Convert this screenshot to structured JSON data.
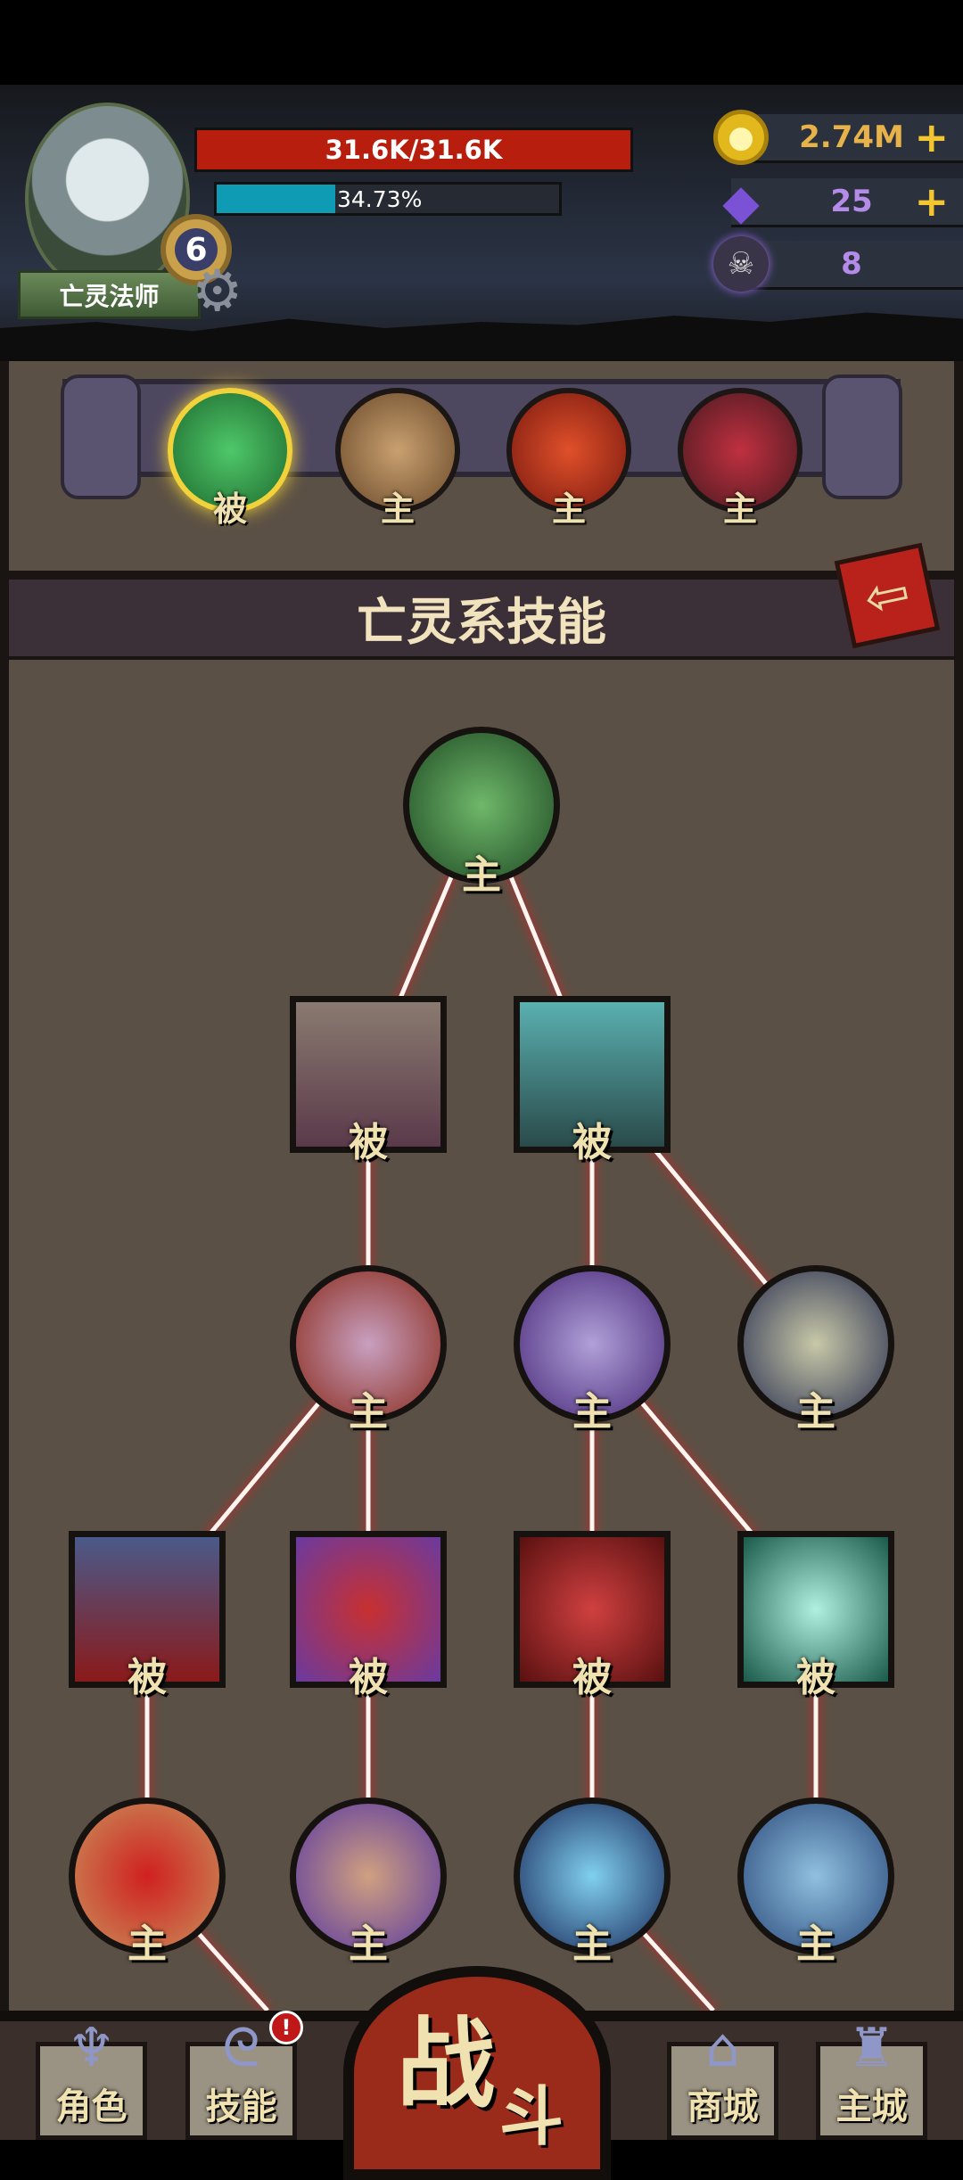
{
  "player": {
    "class_name": "亡灵法师",
    "level": "6",
    "hp": "31.6K/31.6K",
    "xp_text": "34.73%",
    "xp_percent": 34.73
  },
  "currencies": [
    {
      "icon": "gold-coin-icon",
      "value": "2.74M",
      "color": "#e8b24a",
      "plus": "+"
    },
    {
      "icon": "purple-gem-icon",
      "value": "25",
      "color": "#b48be8",
      "plus": "+"
    },
    {
      "icon": "ram-skull-icon",
      "value": "8",
      "color": "#b48be8"
    }
  ],
  "school_tabs": [
    {
      "label": "被",
      "selected": true
    },
    {
      "label": "主"
    },
    {
      "label": "主"
    },
    {
      "label": "主"
    }
  ],
  "panel": {
    "title": "亡灵系技能",
    "back_icon": "arrow-left-icon"
  },
  "skill_tree": {
    "rows": [
      [
        "主"
      ],
      [
        "被",
        "被"
      ],
      [
        "主",
        "主",
        "主"
      ],
      [
        "被",
        "被",
        "被",
        "被"
      ],
      [
        "主",
        "主",
        "主",
        "主"
      ]
    ]
  },
  "nav": {
    "role": "角色",
    "skills": "技能",
    "skills_badge": "!",
    "fight_1": "战",
    "fight_2": "斗",
    "shop": "商城",
    "city": "主城"
  }
}
